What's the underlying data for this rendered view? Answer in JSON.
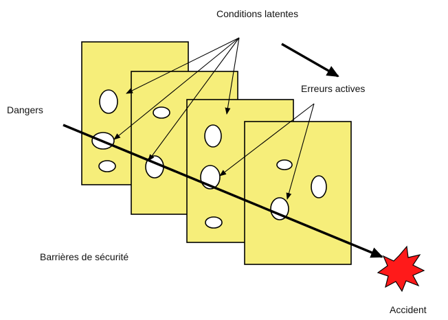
{
  "labels": {
    "conditions_latentes": "Conditions latentes",
    "erreurs_actives": "Erreurs actives",
    "dangers": "Dangers",
    "barrieres": "Barrières de sécurité",
    "accident": "Accident"
  },
  "colors": {
    "slice_fill": "#f6ee7a",
    "outline": "#000000",
    "hole_fill": "#ffffff",
    "accident_fill": "#ff1a1a",
    "background": "#ffffff"
  }
}
